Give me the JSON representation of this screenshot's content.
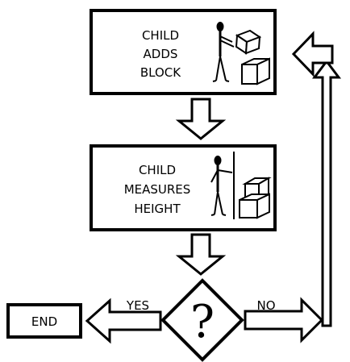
{
  "flowchart": {
    "step_add": {
      "lines": [
        "CHILD",
        "ADDS",
        "BLOCK"
      ]
    },
    "step_measure": {
      "lines": [
        "CHILD",
        "MEASURES",
        "HEIGHT"
      ]
    },
    "decision": {
      "symbol": "?"
    },
    "yes_label": "YES",
    "no_label": "NO",
    "end_label": "END"
  }
}
